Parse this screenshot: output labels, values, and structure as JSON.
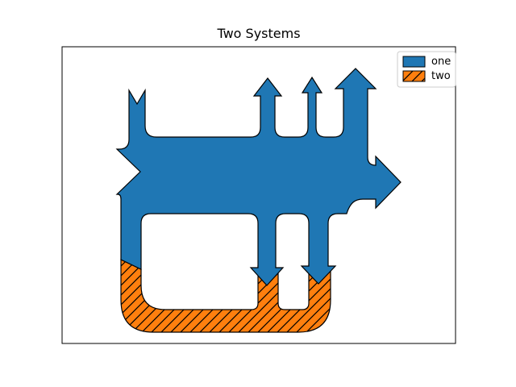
{
  "figure": {
    "title": "Two Systems",
    "background": "#ffffff"
  },
  "legend": {
    "items": [
      {
        "label": "one",
        "color": "#1f77b4",
        "hatch": "none"
      },
      {
        "label": "two",
        "color": "#ff7f0e",
        "hatch": "/"
      }
    ]
  },
  "chart_data": {
    "type": "sankey",
    "title": "Two Systems",
    "unit": null,
    "axes": {
      "xticks": [],
      "yticks": [],
      "frame": true,
      "grid": false
    },
    "legend_position": "upper right",
    "systems": [
      {
        "label": "one",
        "color": "#1f77b4",
        "flows": [
          0.25,
          0.15,
          0.6,
          -0.1,
          -0.05,
          -0.25,
          -0.15,
          -0.1,
          -0.35
        ],
        "orientations": [
          -1,
          1,
          0,
          1,
          1,
          1,
          -1,
          -1,
          0
        ]
      },
      {
        "label": "two",
        "color": "#ff7f0e",
        "hatch": "/",
        "flows": [
          -0.25,
          0.15,
          0.1
        ],
        "orientations": [
          -1,
          -1,
          -1
        ],
        "connects_to": {
          "system": "one",
          "flow_index": 0
        }
      }
    ]
  }
}
